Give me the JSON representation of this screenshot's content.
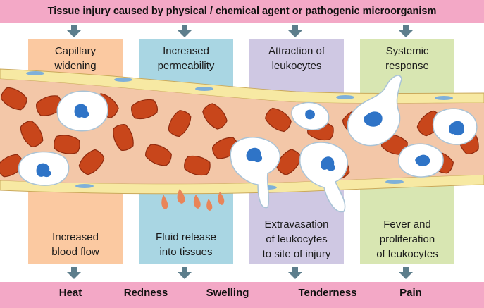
{
  "header": {
    "title": "Tissue injury caused by physical / chemical agent or pathogenic microorganism"
  },
  "stages": [
    {
      "top": "Capillary\nwidening",
      "bottom": "Increased\nblood flow",
      "color": "#fbc9a1"
    },
    {
      "top": "Increased\npermeability",
      "bottom": "Fluid release\ninto tissues",
      "color": "#a9d6e3"
    },
    {
      "top": "Attraction of\nleukocytes",
      "bottom": "Extravasation\nof leukocytes\nto site of injury",
      "color": "#cfc8e3"
    },
    {
      "top": "Systemic\nresponse",
      "bottom": "Fever and\nproliferation\nof leukocytes",
      "color": "#d8e6b2"
    }
  ],
  "signs": [
    "Heat",
    "Redness",
    "Swelling",
    "Tenderness",
    "Pain"
  ],
  "colors": {
    "banner": "#f3a8c6",
    "arrow": "#5d7e8c",
    "vessel": "#f7e9a3",
    "rbc": "#c8461b",
    "leukocyte": "#ffffff",
    "nucleus": "#2f74c7",
    "fluid": "#e98559"
  }
}
